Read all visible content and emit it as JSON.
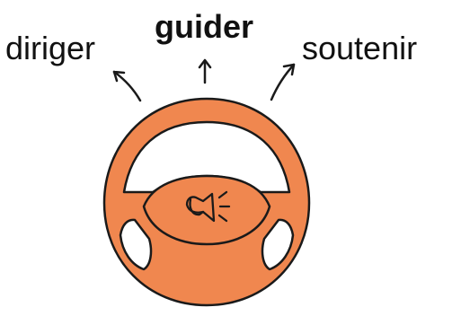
{
  "words": {
    "left": "diriger",
    "center": "guider",
    "right": "soutenir"
  },
  "colors": {
    "wheel": "#f0874f",
    "outline": "#1a1a1a",
    "background": "#ffffff"
  },
  "icons": {
    "wheel": "steering-wheel-icon",
    "horn": "horn-icon"
  }
}
